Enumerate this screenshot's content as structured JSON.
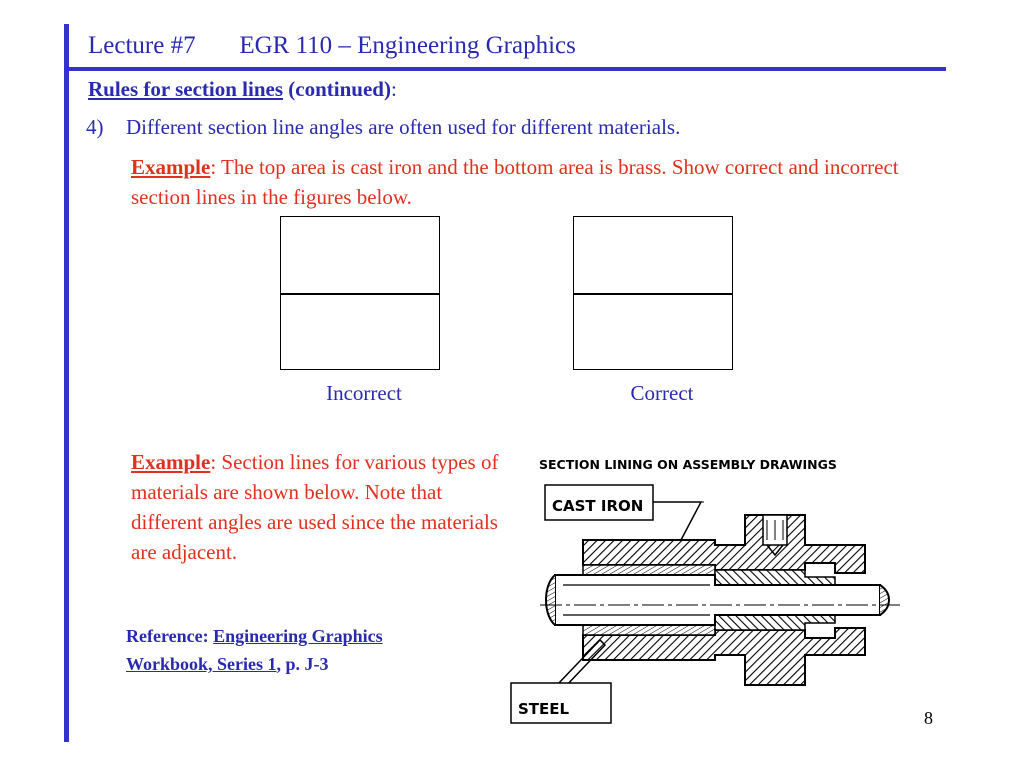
{
  "header": {
    "lecture": "Lecture #7",
    "course": "EGR 110 – Engineering Graphics"
  },
  "section": {
    "title_underlined": "Rules for section lines",
    "title_rest": " (continued)",
    "title_colon": ":"
  },
  "point": {
    "number": "4)",
    "text": "Different section line angles are often used for different materials."
  },
  "example1": {
    "keyword": "Example",
    "text": ":  The top area is cast iron and the bottom area is brass. Show correct and incorrect section lines in the figures below."
  },
  "figures": {
    "left_caption": "Incorrect",
    "right_caption": "Correct"
  },
  "example2": {
    "keyword": "Example",
    "text": ":  Section lines for various types of materials are shown below. Note that different angles are used since the materials are adjacent."
  },
  "reference": {
    "prefix": "Reference:  ",
    "title_line1": "Engineering Graphics",
    "title_line2": "Workbook, Series 1",
    "suffix": ", p. J-3"
  },
  "drawing": {
    "heading": "SECTION LINING ON ASSEMBLY DRAWINGS",
    "label_top": "CAST IRON",
    "label_bottom": "STEEL"
  },
  "page_number": "8"
}
